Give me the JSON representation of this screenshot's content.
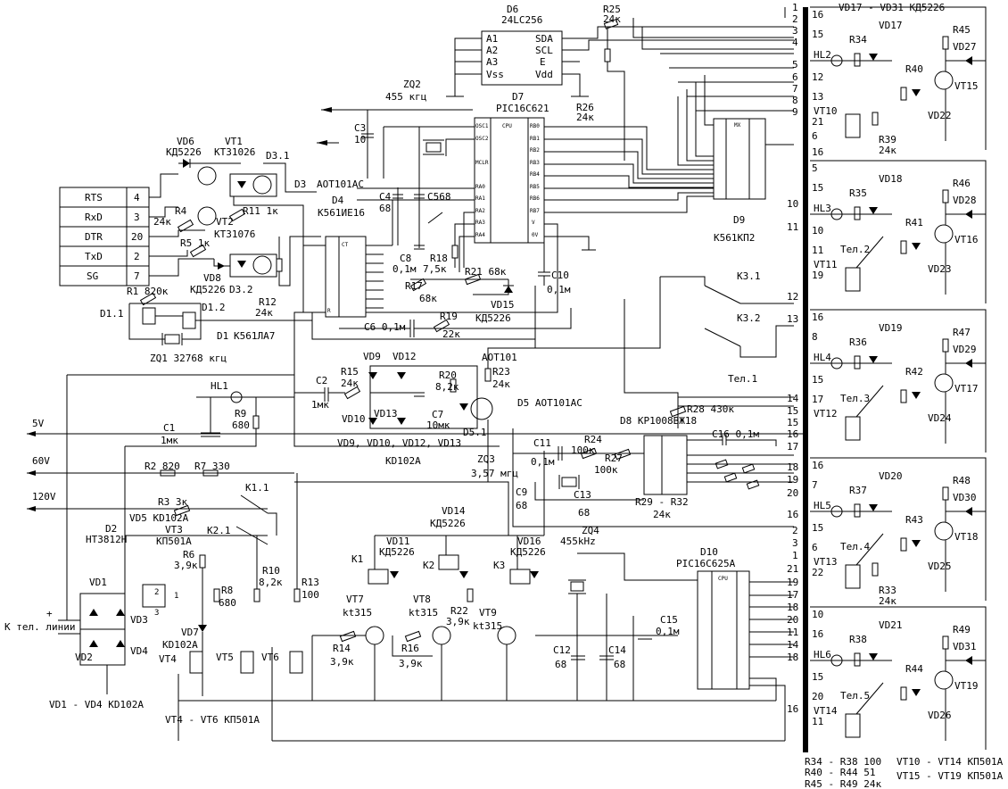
{
  "connector": {
    "rows": [
      {
        "signal": "RTS",
        "pin": "4"
      },
      {
        "signal": "RxD",
        "pin": "3"
      },
      {
        "signal": "DTR",
        "pin": "20"
      },
      {
        "signal": "TxD",
        "pin": "2"
      },
      {
        "signal": "SG",
        "pin": "7"
      }
    ]
  },
  "chips": {
    "D6": {
      "ref": "D6",
      "type": "24LC256",
      "left_pins": [
        "A1",
        "A2",
        "A3",
        "Vss"
      ],
      "right_pins": [
        "SDA",
        "SCL",
        "E",
        "Vdd"
      ]
    },
    "D7": {
      "ref": "D7",
      "type": "PIC16C621",
      "left_pins": [
        "OSC1",
        "OSC2",
        "",
        "MCLR",
        "",
        "RA0",
        "RA1",
        "RA2",
        "RA3",
        "RA4"
      ],
      "right_pins": [
        "RB0",
        "RB1",
        "RB2",
        "RB3",
        "RB4",
        "RB5",
        "RB6",
        "RB7",
        "V",
        "0V"
      ],
      "cpu": "CPU"
    },
    "D10": {
      "ref": "D10",
      "type": "PIC16C625A",
      "cpu": "CPU"
    },
    "D8": {
      "ref": "D8",
      "type": "КР1008ВЖ18"
    },
    "D9": {
      "ref": "D9",
      "type": "К561КП2",
      "mx": "MX"
    },
    "D4": {
      "ref": "D4",
      "type": "К561ИЕ16",
      "ct": "CT"
    },
    "D1": {
      "ref": "D1",
      "type": "К561ЛА7"
    },
    "D3": {
      "ref": "D3",
      "type": "АОТ101АС"
    },
    "D5": {
      "ref": "D5",
      "type": "АОТ101АС"
    }
  },
  "labels": {
    "zq2": "ZQ2",
    "zq2_freq": "455 кгц",
    "zq1": "ZQ1  32768 кгц",
    "zq3": "ZQ3",
    "zq3_freq": "3,57 мгц",
    "zq4": "ZQ4",
    "zq4_freq": "455kHz",
    "vd6": "VD6",
    "vd6_type": "КД5226",
    "vt1": "VT1",
    "vt1_type": "КТ31026",
    "d31": "D3.1",
    "d32": "D3.2",
    "d51": "D5.1",
    "vt2": "VT2",
    "vt2_type": "КТ31076",
    "vd8": "VD8",
    "vd8_type": "КД5226",
    "r4": "R4",
    "r4v": "24к",
    "r11": "R11 1к",
    "r5": "R5 1к",
    "r12": "R12",
    "r12v": "24к",
    "r1": "R1 820к",
    "d11": "D1.1",
    "d12": "D1.2",
    "c3": "C3",
    "c3v": "10",
    "c4": "C4",
    "c4v": "68",
    "c5": "C568",
    "c8": "C8",
    "c8v": "0,1м",
    "r18": "R18",
    "r18v": "7,5к",
    "r17": "R17",
    "r17v": "68к",
    "r21": "R21 68к",
    "c10": "C10",
    "c10v": "0,1м",
    "vd15": "VD15",
    "vd15v": "КД5226",
    "c6": "C6  0,1м",
    "r19": "R19",
    "r19v": "22к",
    "d9_lbl": "D9",
    "d9v": "К561КП2",
    "r25": "R25",
    "r25v": "24к",
    "r26": "R26",
    "r26v": "24к",
    "vd9": "VD9",
    "vd12": "VD12",
    "vd10": "VD10",
    "vd13": "VD13",
    "r15": "R15",
    "r15v": "24к",
    "r20": "R20",
    "r20v": "8,2к",
    "aot": "АОТ101",
    "r23": "R23",
    "r23v": "24к",
    "c2": "C2",
    "c2v": "1мк",
    "c7": "C7",
    "c7v": "10мк",
    "d5": "D5 АОТ101АС",
    "bridge": "VD9, VD10, VD12, VD13",
    "bridge_type": "KD102A",
    "hl1": "HL1",
    "r9": "R9",
    "r9v": "680",
    "c1": "C1",
    "c1v": "1мк",
    "v5": "5V",
    "v60": "60V",
    "v120": "120V",
    "r2": "R2 820",
    "r7": "R7  330",
    "k11": "K1.1",
    "r3": "R3 3к",
    "vd5": "VD5 КD102A",
    "d2": "D2",
    "d2v": "HT3812H",
    "vt3": "VT3",
    "vt3v": "КП501A",
    "k21": "K2.1",
    "r6": "R6",
    "r6v": "3,9к",
    "r8": "R8",
    "r8v": "680",
    "vd7": "VD7",
    "vd7v": "КD102A",
    "vd1": "VD1",
    "vd2": "VD2",
    "vd3": "VD3",
    "vd4": "VD4",
    "tel_line": "К тел. линии",
    "vt4": "VT4",
    "vt5": "VT5",
    "vt6": "VT6",
    "vd_note": "VD1 - VD4 КD102A",
    "vt_note": "VT4 - VT6  КП501A",
    "r10": "R10",
    "r10v": "8,2к",
    "r13": "R13",
    "r13v": "100",
    "vd14": "VD14",
    "vd14v": "КД5226",
    "vd11": "VD11",
    "vd11v": "КД5226",
    "vd16": "VD16",
    "vd16v": "КД5226",
    "k1": "K1",
    "k2": "K2",
    "k3": "K3",
    "vt7": "VT7",
    "vt7v": "kt315",
    "vt8": "VT8",
    "vt8v": "kt315",
    "vt9": "VT9",
    "vt9v": "kt315",
    "r22": "R22",
    "r22v": "3,9к",
    "r14": "R14",
    "r14v": "3,9к",
    "r16": "R16",
    "r16v": "3,9к",
    "c11": "C11",
    "c11v": "0,1м",
    "r24": "R24",
    "r24v": "100к",
    "r27": "R27",
    "r27v": "100к",
    "c9": "C9",
    "c9v": "68",
    "c13": "C13",
    "c13v": "68",
    "r29": "R29 - R32",
    "r29v": "24к",
    "c16": "C16 0,1м",
    "d8_lbl": "D8 КР1008ВЖ18",
    "r28": "R28 430к",
    "c12": "C12",
    "c12v": "68",
    "c14": "C14",
    "c14v": "68",
    "c15": "C15",
    "c15v": "0,1м",
    "d10_lbl": "D10",
    "d10v": "PIC16C625A",
    "k31": "K3.1",
    "k32": "K3.2",
    "tel1": "Тел.1",
    "header_vd": "VD17 - VD31 КД5226",
    "note1": "R34 - R38 100",
    "note2": "R40 - R44 51",
    "note3": "R45 - R49 24к",
    "note4": "VT10 - VT14 КП501A",
    "note5": "VT15 - VT19 КП501A"
  },
  "bus_pins_left": [
    "1",
    "2",
    "3",
    "4",
    "5",
    "6",
    "7",
    "8",
    "9",
    "10",
    "11",
    "12",
    "13",
    "14",
    "15",
    "15",
    "16",
    "17",
    "18",
    "19",
    "20",
    "16",
    "2",
    "3",
    "1",
    "21",
    "19",
    "17",
    "18",
    "20",
    "11",
    "14",
    "18",
    "16"
  ],
  "channels": [
    {
      "hl": "HL2",
      "r_top": "R34",
      "vd_top": "VD17",
      "r_mid": "R40",
      "vt_npn": "VT15",
      "r_hi": "R45",
      "vd_hi": "VD27",
      "vd_lo": "VD22",
      "vt_fet": "VT10",
      "r_fet": "R39",
      "r_fet_v": "24к",
      "tel": "",
      "pins": [
        "16",
        "15",
        "12",
        "13",
        "21",
        "6",
        "16"
      ]
    },
    {
      "hl": "HL3",
      "r_top": "R35",
      "vd_top": "VD18",
      "r_mid": "R41",
      "vt_npn": "VT16",
      "r_hi": "R46",
      "vd_hi": "VD28",
      "vd_lo": "VD23",
      "vt_fet": "VT11",
      "r_fet": "",
      "r_fet_v": "",
      "tel": "Тел.2",
      "pins": [
        "5",
        "15",
        "10",
        "11",
        "19"
      ]
    },
    {
      "hl": "HL4",
      "r_top": "R36",
      "vd_top": "VD19",
      "r_mid": "R42",
      "vt_npn": "VT17",
      "r_hi": "R47",
      "vd_hi": "VD29",
      "vd_lo": "VD24",
      "vt_fet": "VT12",
      "r_fet": "",
      "r_fet_v": "",
      "tel": "Тел.3",
      "pins": [
        "16",
        "8",
        "15",
        "17"
      ]
    },
    {
      "hl": "HL5",
      "r_top": "R37",
      "vd_top": "VD20",
      "r_mid": "R43",
      "vt_npn": "VT18",
      "r_hi": "R48",
      "vd_hi": "VD30",
      "vd_lo": "VD25",
      "vt_fet": "VT13",
      "r_fet": "R33",
      "r_fet_v": "24к",
      "tel": "Тел.4",
      "pins": [
        "16",
        "7",
        "15",
        "6",
        "22"
      ]
    },
    {
      "hl": "HL6",
      "r_top": "R38",
      "vd_top": "VD21",
      "r_mid": "R44",
      "vt_npn": "VT19",
      "r_hi": "R49",
      "vd_hi": "VD31",
      "vd_lo": "VD26",
      "vt_fet": "VT14",
      "r_fet": "",
      "r_fet_v": "",
      "tel": "Тел.5",
      "pins": [
        "10",
        "16",
        "15",
        "20",
        "11"
      ]
    }
  ]
}
